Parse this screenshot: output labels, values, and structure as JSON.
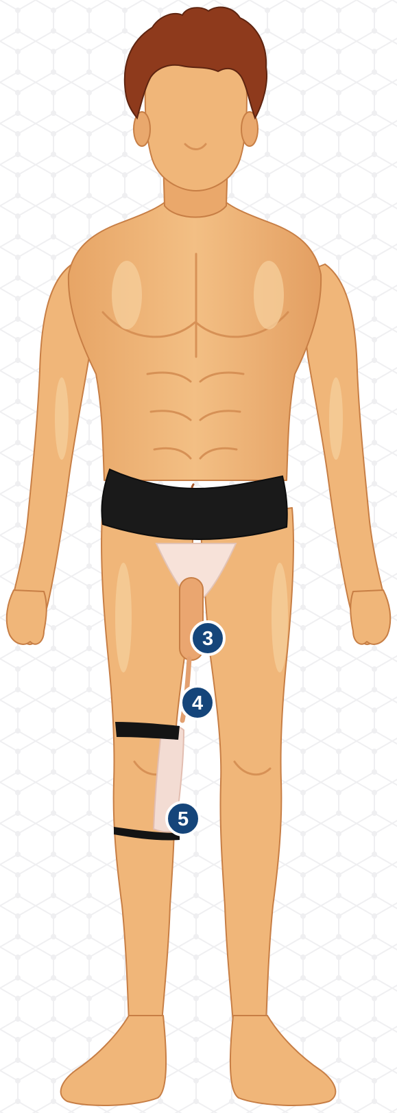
{
  "markers": [
    {
      "label": "3"
    },
    {
      "label": "4"
    },
    {
      "label": "5"
    }
  ],
  "colors": {
    "background": "#ffffff",
    "pattern": "#ececef",
    "skin": "#f0b679",
    "skin_shadow": "#df9a5f",
    "skin_highlight": "#f6cf9c",
    "outline": "#c77e45",
    "hair": "#8e3a1c",
    "hair_dark": "#5e2410",
    "briefs": "#1a1a1a",
    "pouch": "#f7e2d9",
    "strap": "#141414",
    "tube_sleeve": "#f3dcd3",
    "catheter": "#e3a06f",
    "marker": "#15457a",
    "marker_text": "#ffffff"
  }
}
